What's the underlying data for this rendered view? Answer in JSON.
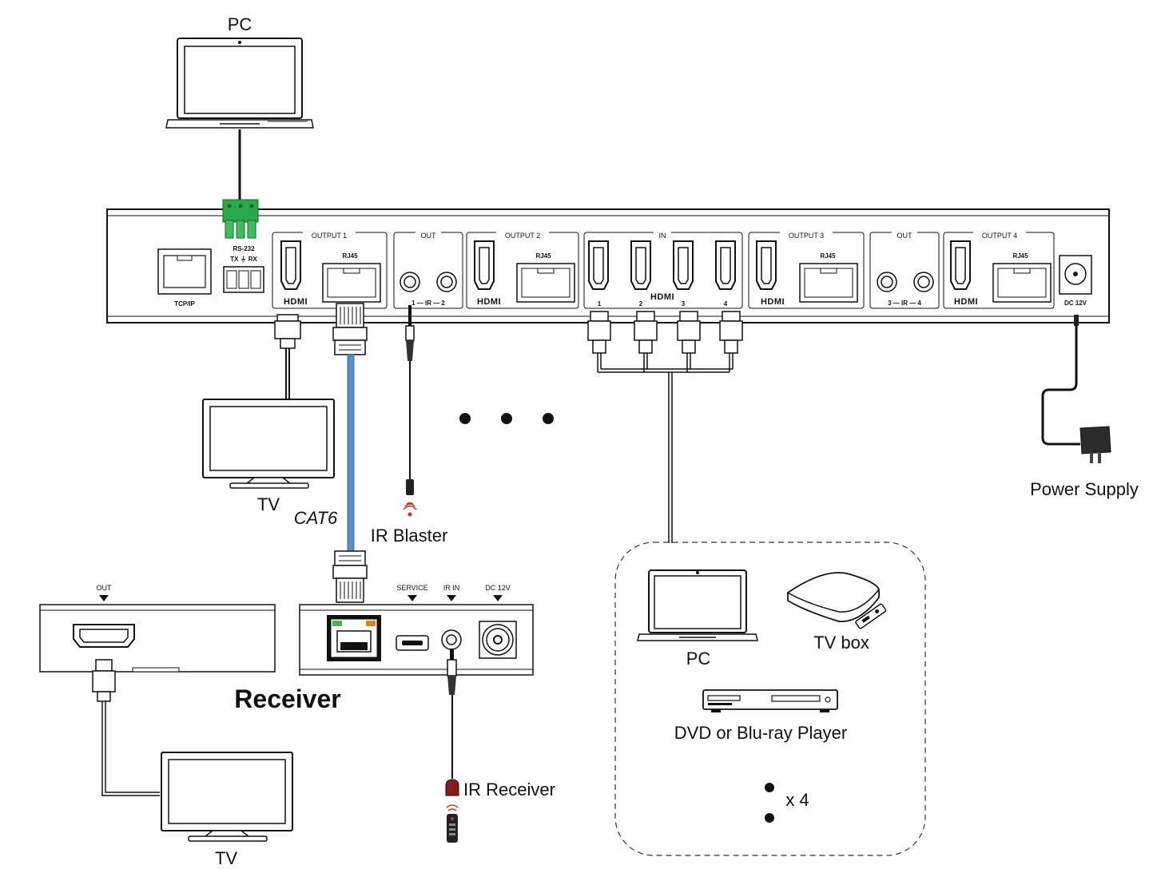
{
  "devices": {
    "top_pc": "PC",
    "tv_left": "TV",
    "tv_bottom": "TV",
    "receiver": "Receiver",
    "power_supply": "Power Supply",
    "ir_blaster": "IR Blaster",
    "ir_receiver": "IR Receiver",
    "cat6": "CAT6"
  },
  "matrix": {
    "tcpip": "TCP/IP",
    "rs232": "RS-232",
    "rs232_pins": "TX ⏚ RX",
    "output1": "OUTPUT 1",
    "output2": "OUTPUT 2",
    "output3": "OUTPUT 3",
    "output4": "OUTPUT 4",
    "rj45": "RJ45",
    "out": "OUT",
    "in": "IN",
    "ir_12": "1 — IR — 2",
    "ir_34": "3 — IR — 4",
    "dc12v": "DC 12V",
    "hdmi": "HDMI",
    "in_nums": [
      "1",
      "2",
      "3",
      "4"
    ]
  },
  "receiver_panel": {
    "service": "SERVICE",
    "ir_in": "IR IN",
    "dc12v": "DC 12V"
  },
  "tv_out": "OUT",
  "sources": {
    "pc": "PC",
    "tv_box": "TV box",
    "dvd": "DVD or Blu-ray Player",
    "count": "x 4"
  }
}
